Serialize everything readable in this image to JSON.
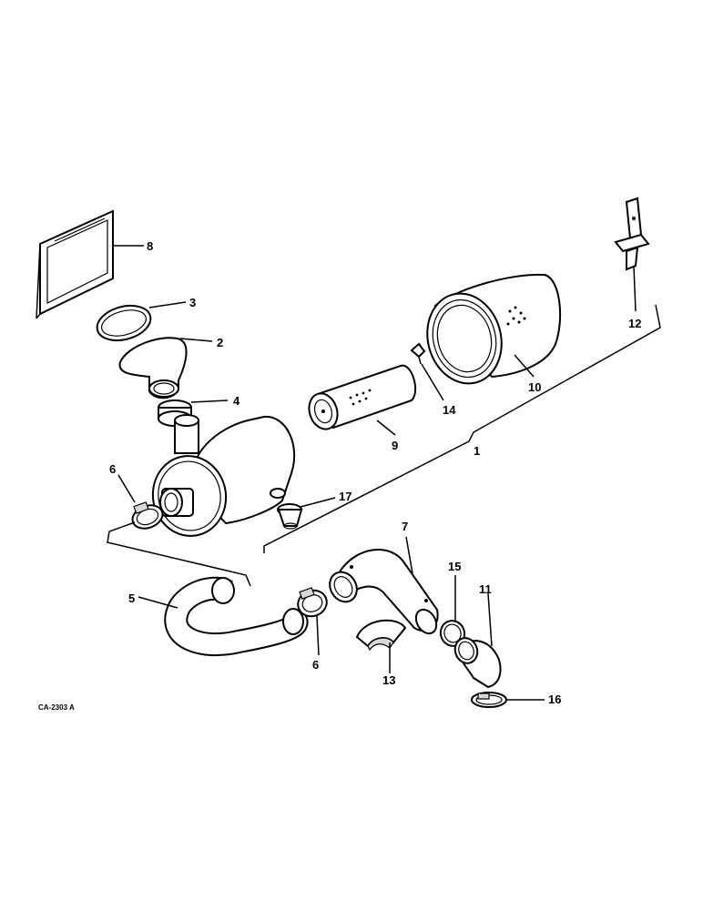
{
  "drawing_code": "CA-2303 A",
  "callouts": {
    "c1": "1",
    "c2": "2",
    "c3": "3",
    "c4": "4",
    "c5": "5",
    "c6a": "6",
    "c6b": "6",
    "c7": "7",
    "c8": "8",
    "c9": "9",
    "c10": "10",
    "c11": "11",
    "c12": "12",
    "c13": "13",
    "c14": "14",
    "c15": "15",
    "c16": "16",
    "c17": "17"
  }
}
